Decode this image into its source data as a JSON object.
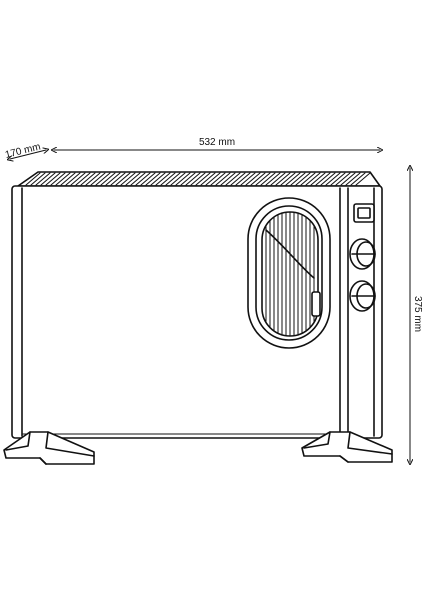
{
  "dimensions": {
    "width": "532 mm",
    "depth": "170 mm",
    "height": "375 mm"
  },
  "colors": {
    "line": "#111111",
    "background": "#ffffff"
  }
}
